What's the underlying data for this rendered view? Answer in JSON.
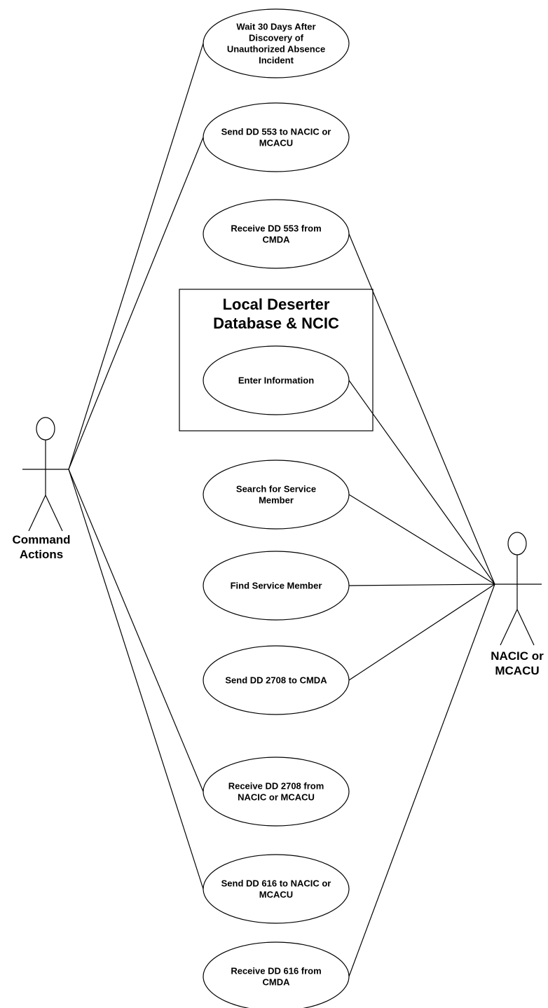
{
  "actors": [
    {
      "id": "command",
      "lines": [
        "Command",
        "Actions"
      ]
    },
    {
      "id": "nacic",
      "lines": [
        "NACIC or",
        "MCACU"
      ]
    }
  ],
  "boundary": {
    "lines": [
      "Local Deserter",
      "Database & NCIC"
    ]
  },
  "use_cases": [
    {
      "id": "uc1",
      "lines": [
        "Wait 30 Days After",
        "Discovery of",
        "Unauthorized Absence",
        "Incident"
      ],
      "actors": [
        "command"
      ]
    },
    {
      "id": "uc2",
      "lines": [
        "Send DD 553 to NACIC or",
        "MCACU"
      ],
      "actors": [
        "command"
      ]
    },
    {
      "id": "uc3",
      "lines": [
        "Receive DD 553 from",
        "CMDA"
      ],
      "actors": [
        "nacic"
      ]
    },
    {
      "id": "uc4",
      "lines": [
        "Enter  Information"
      ],
      "actors": [
        "nacic"
      ]
    },
    {
      "id": "uc5",
      "lines": [
        "Search for Service",
        "Member"
      ],
      "actors": [
        "nacic"
      ]
    },
    {
      "id": "uc6",
      "lines": [
        "Find Service Member"
      ],
      "actors": [
        "nacic"
      ]
    },
    {
      "id": "uc7",
      "lines": [
        "Send DD 2708 to CMDA"
      ],
      "actors": [
        "nacic"
      ]
    },
    {
      "id": "uc8",
      "lines": [
        "Receive DD 2708 from",
        "NACIC or MCACU"
      ],
      "actors": [
        "command"
      ]
    },
    {
      "id": "uc9",
      "lines": [
        "Send DD 616 to NACIC or",
        "MCACU"
      ],
      "actors": [
        "command"
      ]
    },
    {
      "id": "uc10",
      "lines": [
        "Receive DD 616 from",
        "CMDA"
      ],
      "actors": [
        "nacic"
      ]
    }
  ]
}
